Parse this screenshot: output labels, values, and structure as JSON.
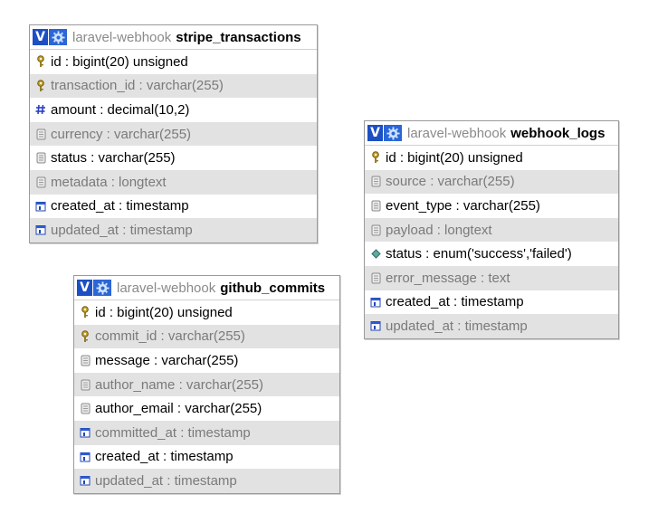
{
  "tables": [
    {
      "id": "stripe",
      "db": "laravel-webhook",
      "name": "stripe_transactions",
      "columns": [
        {
          "label": "id : bigint(20) unsigned",
          "icon": "key-icon"
        },
        {
          "label": "transaction_id : varchar(255)",
          "icon": "key-icon"
        },
        {
          "label": "amount : decimal(10,2)",
          "icon": "hash-icon"
        },
        {
          "label": "currency : varchar(255)",
          "icon": "text-icon"
        },
        {
          "label": "status : varchar(255)",
          "icon": "text-icon"
        },
        {
          "label": "metadata : longtext",
          "icon": "text-icon"
        },
        {
          "label": "created_at : timestamp",
          "icon": "calendar-icon"
        },
        {
          "label": "updated_at : timestamp",
          "icon": "calendar-icon"
        }
      ]
    },
    {
      "id": "webhook",
      "db": "laravel-webhook",
      "name": "webhook_logs",
      "columns": [
        {
          "label": "id : bigint(20) unsigned",
          "icon": "key-icon"
        },
        {
          "label": "source : varchar(255)",
          "icon": "text-icon"
        },
        {
          "label": "event_type : varchar(255)",
          "icon": "text-icon"
        },
        {
          "label": "payload : longtext",
          "icon": "text-icon"
        },
        {
          "label": "status : enum('success','failed')",
          "icon": "enum-icon"
        },
        {
          "label": "error_message : text",
          "icon": "text-icon"
        },
        {
          "label": "created_at : timestamp",
          "icon": "calendar-icon"
        },
        {
          "label": "updated_at : timestamp",
          "icon": "calendar-icon"
        }
      ]
    },
    {
      "id": "github",
      "db": "laravel-webhook",
      "name": "github_commits",
      "columns": [
        {
          "label": "id : bigint(20) unsigned",
          "icon": "key-icon"
        },
        {
          "label": "commit_id : varchar(255)",
          "icon": "key-icon"
        },
        {
          "label": "message : varchar(255)",
          "icon": "text-icon"
        },
        {
          "label": "author_name : varchar(255)",
          "icon": "text-icon"
        },
        {
          "label": "author_email : varchar(255)",
          "icon": "text-icon"
        },
        {
          "label": "committed_at : timestamp",
          "icon": "calendar-icon"
        },
        {
          "label": "created_at : timestamp",
          "icon": "calendar-icon"
        },
        {
          "label": "updated_at : timestamp",
          "icon": "calendar-icon"
        }
      ]
    }
  ]
}
